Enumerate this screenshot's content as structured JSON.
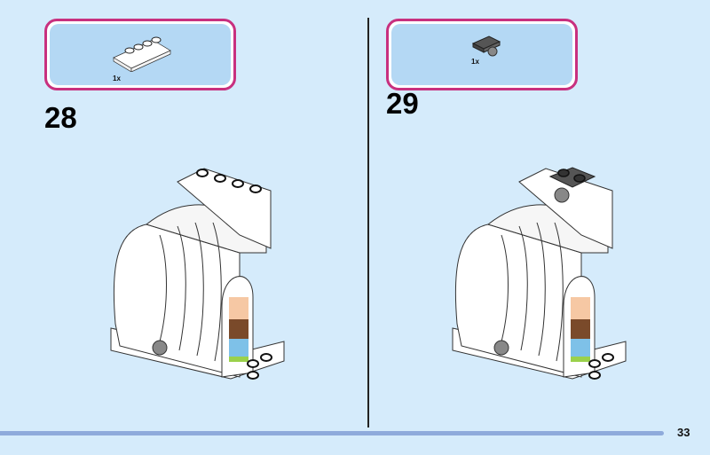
{
  "steps": [
    {
      "number": "28",
      "parts": [
        {
          "quantity": "1x",
          "piece": "white-slope-brick-2x4"
        }
      ]
    },
    {
      "number": "29",
      "parts": [
        {
          "quantity": "1x",
          "piece": "dark-grey-plate-1x2-with-ball"
        }
      ]
    }
  ],
  "page_number": "33",
  "colors": {
    "background": "#d5ebfb",
    "callout_border": "#c8307f",
    "callout_fill": "#b4d8f4",
    "footer_bar": "#8eaadb"
  }
}
